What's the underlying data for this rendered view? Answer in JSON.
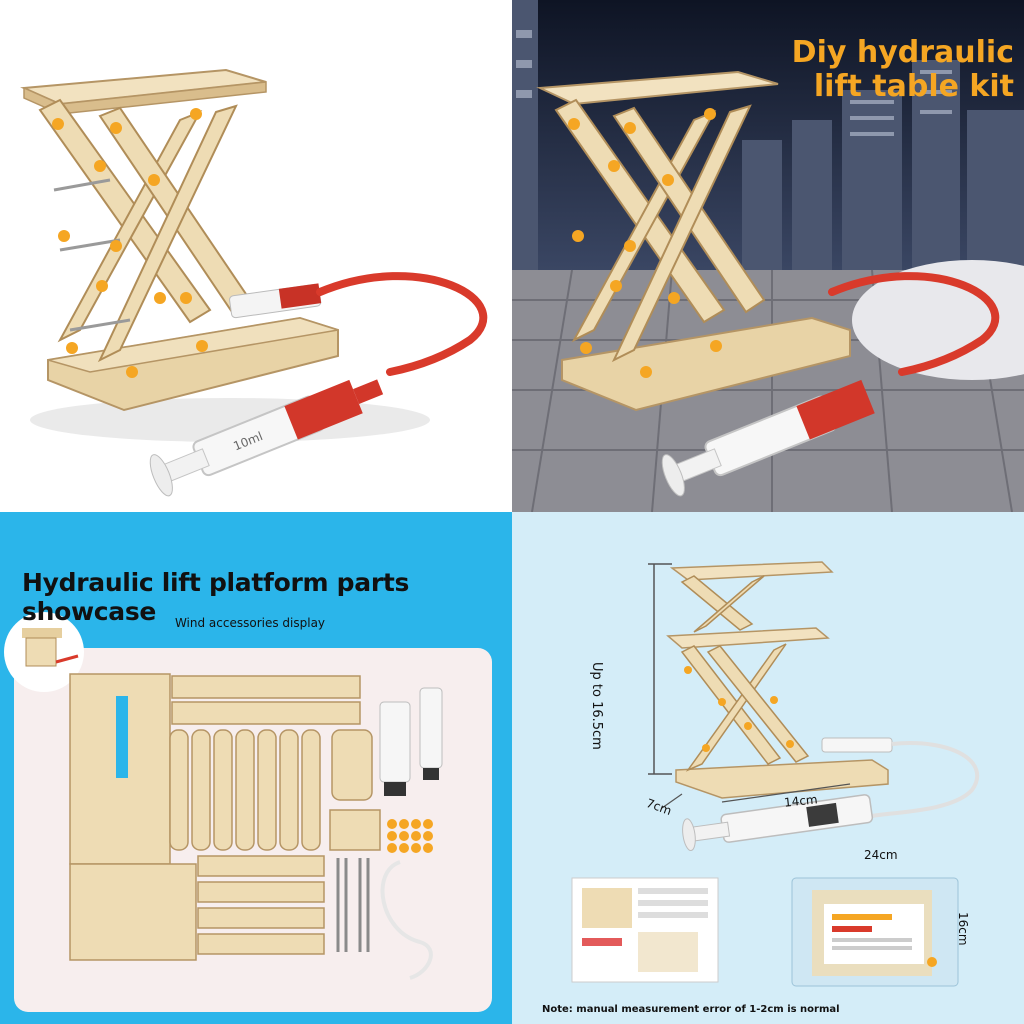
{
  "top_right": {
    "title": "Diy hydraulic lift table kit"
  },
  "bottom_left": {
    "title": "Hydraulic lift platform parts showcase",
    "subtitle": "Wind accessories display"
  },
  "bottom_right": {
    "height_label": "Up to 16.5cm",
    "depth_label": "7cm",
    "length_label": "14cm",
    "width_label": "24cm",
    "package_height_label": "16cm",
    "note": "Note: manual measurement error of 1-2cm is normal"
  },
  "syringe_marking": "10ml",
  "colors": {
    "wood": "#eedcb4",
    "wood_dark": "#c9ab7a",
    "bolt": "#f5a623",
    "tube_red": "#d93a2b",
    "title_orange": "#f5a623",
    "sky_blue": "#2bb5ea"
  }
}
